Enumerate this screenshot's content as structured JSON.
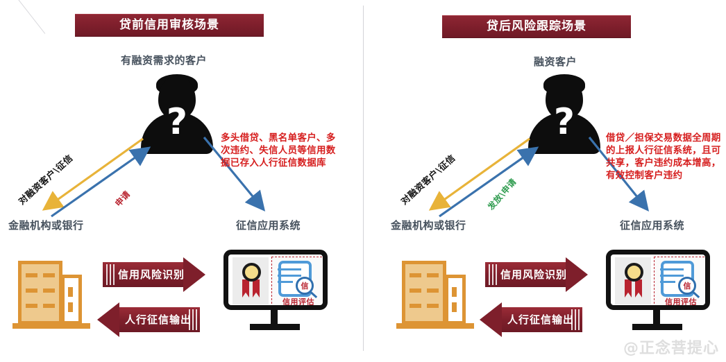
{
  "panels": [
    {
      "title": "贷前信用审核场景",
      "customer_label": "有融资需求的客户",
      "customer_glyph": "?",
      "bank_label": "金融机构或银行",
      "system_label": "征信应用系统",
      "diagonal_label_outbound": "对融资客户\\征信",
      "diagonal_label_inbound": "申请",
      "note": "多头借贷、黑名单客户、多次违约、失信人员等信用数据已存入人行征信数据库",
      "banner_forward": "信用风险识别",
      "banner_backward": "人行征信输出",
      "screen_caption": "信用评估",
      "screen_glass_char": "信"
    },
    {
      "title": "贷后风险跟踪场景",
      "customer_label": "融资客户",
      "customer_glyph": "?",
      "bank_label": "金融机构或银行",
      "system_label": "征信应用系统",
      "diagonal_label_outbound": "对融资客户\\征信",
      "diagonal_label_inbound": "发放\\申请",
      "note": "借贷／担保交易数据全周期的上报人行征信系统，且可共享，客户违约成本增高，有效控制客户违约",
      "banner_forward": "信用风险识别",
      "banner_backward": "人行征信输出",
      "screen_caption": "信用评估",
      "screen_glass_char": "信"
    }
  ],
  "watermark": "@正念菩提心",
  "colors": {
    "ribbon_maroon": "#7d1e2b",
    "note_red": "#d61f1f",
    "caption_slate": "#47525e",
    "arrow_blue": "#3a72ad",
    "arrow_gold": "#e8b339",
    "green_label": "#2e9b4e",
    "building_orange": "#dd9434",
    "doc_blue": "#4f9ad8",
    "medal_gold": "#f5dd8b"
  }
}
